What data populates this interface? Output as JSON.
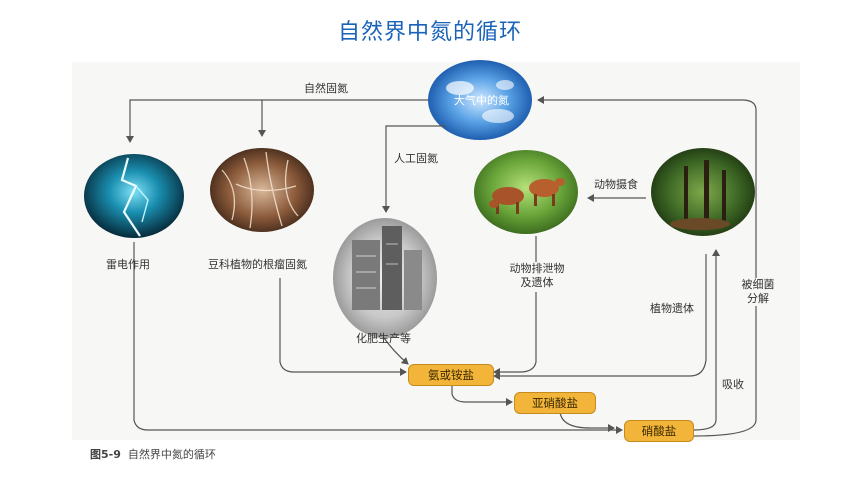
{
  "title": "自然界中氮的循环",
  "nodes": {
    "atmosphere": "大气中的氮",
    "lightning": "雷电作用",
    "legume": "豆科植物的根瘤固氮",
    "factory": "化肥生产等",
    "animal_waste": "动物排泄物\n及遗体",
    "plant_remains": "植物遗体"
  },
  "edges": {
    "natural_fixation": "自然固氮",
    "artificial_fixation": "人工固氮",
    "animal_ingestion": "动物摄食",
    "absorption": "吸收",
    "bacterial_decomposition": "被细菌\n分解"
  },
  "compounds": {
    "ammonia": "氨或铵盐",
    "nitrite": "亚硝酸盐",
    "nitrate": "硝酸盐"
  },
  "caption": {
    "label": "图5-9",
    "text": "自然界中氮的循环"
  },
  "colors": {
    "title": "#1a63b8",
    "pill": "#f3b43a",
    "arrow": "#555555"
  }
}
